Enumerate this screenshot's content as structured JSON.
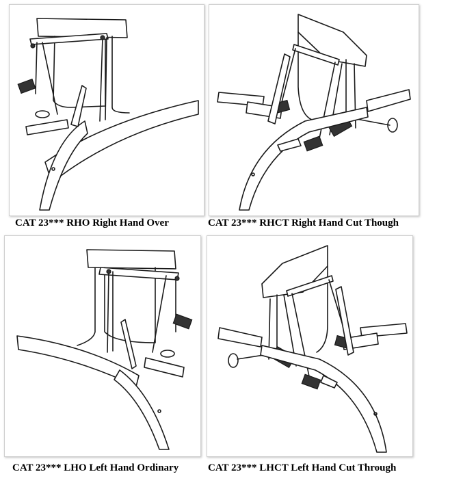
{
  "figures": [
    {
      "caption": "CAT 23*** RHO Right Hand Over"
    },
    {
      "caption": "CAT 23*** RHCT Right Hand Cut Though"
    },
    {
      "caption": "CAT 23*** LHO Left Hand Ordinary"
    },
    {
      "caption": "CAT 23*** LHCT Left Hand Cut Through"
    }
  ]
}
